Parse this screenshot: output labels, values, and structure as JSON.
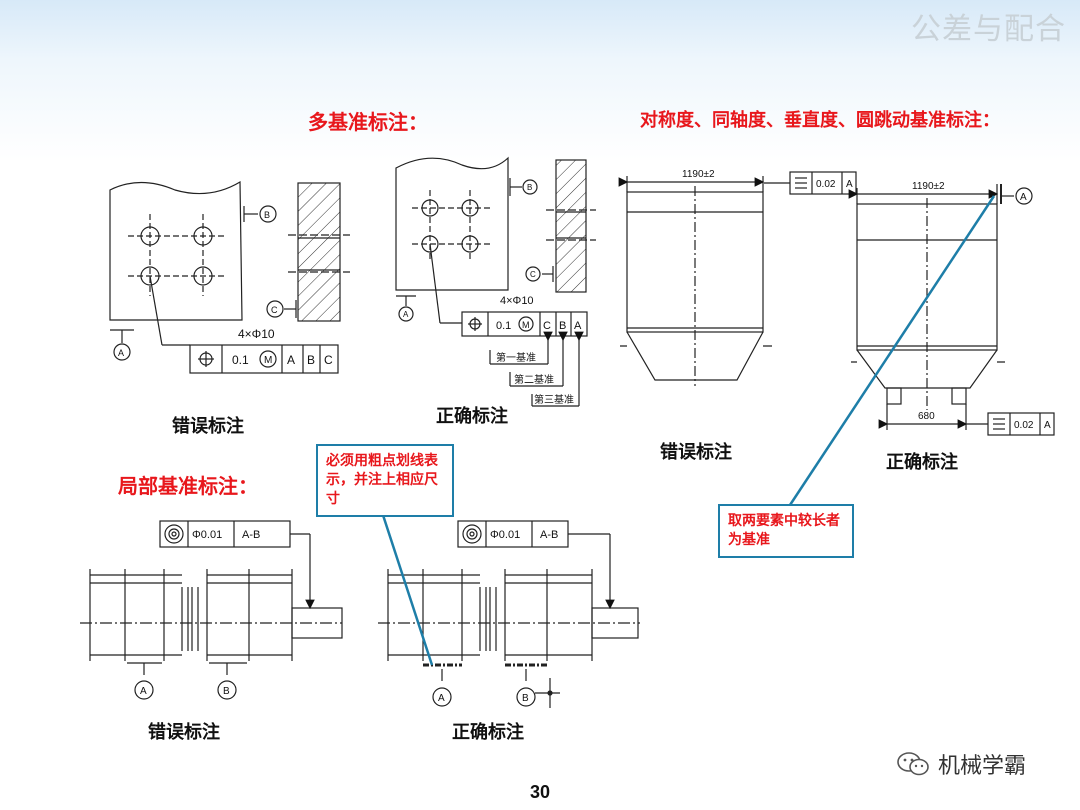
{
  "watermark": "公差与配合",
  "headings": {
    "multi_datum": "多基准标注：",
    "symmetry": "对称度、同轴度、垂直度、圆跳动基准标注：",
    "local_datum": "局部基准标注："
  },
  "captions": {
    "wrong1": "错误标注",
    "right1": "正确标注",
    "wrong2": "错误标注",
    "right2": "正确标注",
    "wrong3": "错误标注",
    "right3": "正确标注"
  },
  "callouts": {
    "chain_line": "必须用粗点划线表示，并注上相应尺寸",
    "longer_element": "取两要素中较长者为基准"
  },
  "drawing_labels": {
    "hole_note": "4×Φ10",
    "tol_value": "0.1",
    "mmc": "M",
    "datum_A": "A",
    "datum_B": "B",
    "datum_C": "C",
    "first_datum": "第一基准",
    "second_datum": "第二基准",
    "third_datum": "第三基准",
    "width_dim": "1190±2",
    "sym_tol": "0.02",
    "base_dim": "680",
    "coax_tol": "Φ0.01",
    "coax_ref": "A-B"
  },
  "page_number": "30",
  "brand": "机械学霸",
  "colors": {
    "heading_red": "#e8171c",
    "callout_border": "#1e7ea8"
  }
}
